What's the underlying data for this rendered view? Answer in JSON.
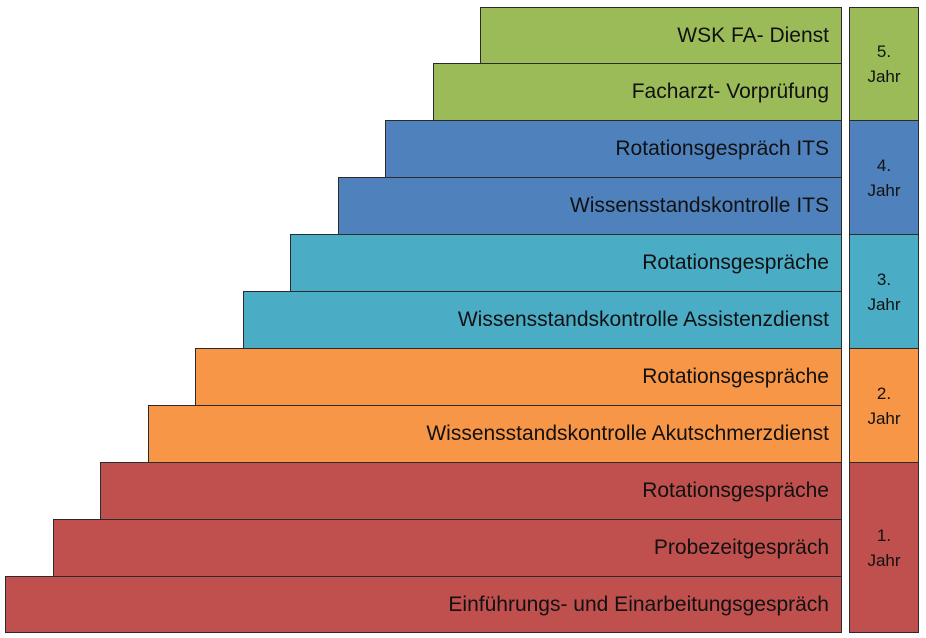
{
  "colors": {
    "year5": "#9bbb59",
    "year4": "#4f81bd",
    "year3": "#4bacc6",
    "year2": "#f79646",
    "year1": "#c0504d"
  },
  "steps": [
    "WSK FA- Dienst",
    "Facharzt- Vorprüfung",
    "Rotationsgespräch ITS",
    "Wissensstandskontrolle ITS",
    "Rotationsgespräche",
    "Wissensstandskontrolle Assistenzdienst",
    "Rotationsgespräche",
    "Wissensstandskontrolle Akutschmerzdienst",
    "Rotationsgespräche",
    "Probezeitgespräch",
    "Einführungs- und Einarbeitungsgespräch"
  ],
  "years": [
    {
      "number": "5.",
      "label": "Jahr"
    },
    {
      "number": "4.",
      "label": "Jahr"
    },
    {
      "number": "3.",
      "label": "Jahr"
    },
    {
      "number": "2.",
      "label": "Jahr"
    },
    {
      "number": "1.",
      "label": "Jahr"
    }
  ]
}
